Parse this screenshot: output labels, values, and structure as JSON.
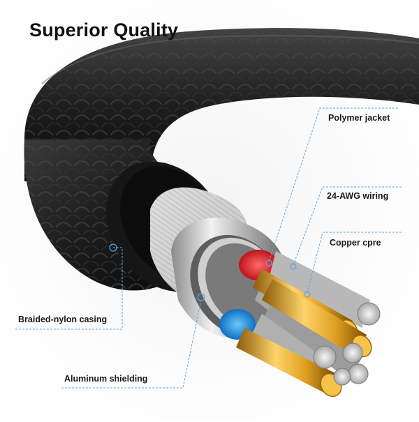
{
  "headline": "Superior Quality",
  "callouts": {
    "polymer_jacket": "Polymer jacket",
    "awg_wiring": "24-AWG wiring",
    "copper_core": "Copper cpre",
    "braided_casing": "Braided-nylon casing",
    "aluminum_shielding": "Aluminum shielding"
  },
  "colors": {
    "background": "#ffffff",
    "cable_jacket": "#1b1b1b",
    "callout_line": "#5aa7e0",
    "red_insulation": "#e3222a",
    "blue_insulation": "#1e8fe0",
    "copper": "#e0a020"
  }
}
